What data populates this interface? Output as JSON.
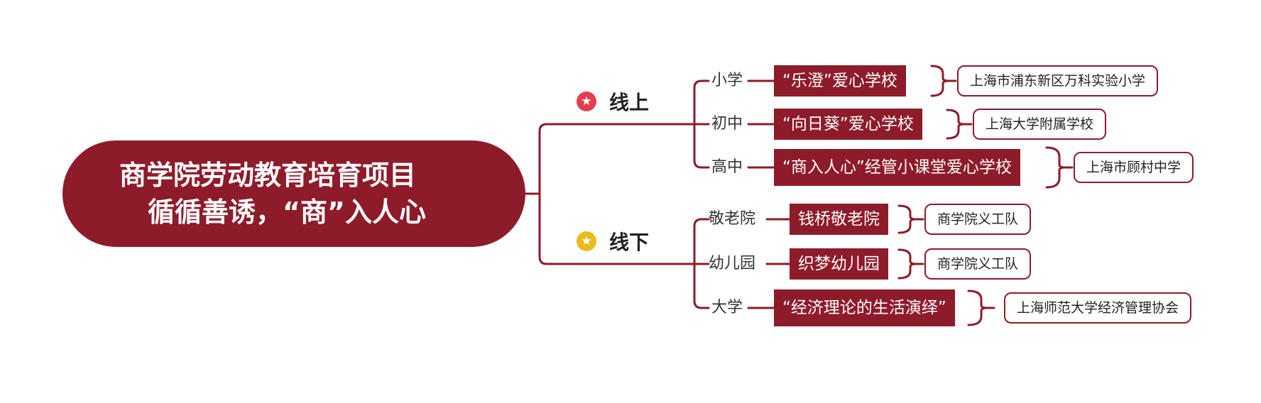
{
  "root": {
    "line1": "商学院劳动教育培育项目",
    "line2": "循循善诱，“商”入人心"
  },
  "colors": {
    "primary": "#8e1b2a",
    "badge_online": "#e0404d",
    "badge_offline": "#e9bc1e"
  },
  "branches": [
    {
      "label": "线上",
      "icon": "star-badge-icon",
      "items": [
        {
          "level": "小学",
          "school": "“乐澄”爱心学校",
          "partner": "上海市浦东新区万科实验小学"
        },
        {
          "level": "初中",
          "school": "“向日葵”爱心学校",
          "partner": "上海大学附属学校"
        },
        {
          "level": "高中",
          "school": "“商入人心”经管小课堂爱心学校",
          "partner": "上海市顾村中学"
        }
      ]
    },
    {
      "label": "线下",
      "icon": "star-badge-icon",
      "items": [
        {
          "level": "敬老院",
          "school": "钱桥敬老院",
          "partner": "商学院义工队"
        },
        {
          "level": "幼儿园",
          "school": "织梦幼儿园",
          "partner": "商学院义工队"
        },
        {
          "level": "大学",
          "school": "“经济理论的生活演绎”",
          "partner": "上海师范大学经济管理协会"
        }
      ]
    }
  ]
}
